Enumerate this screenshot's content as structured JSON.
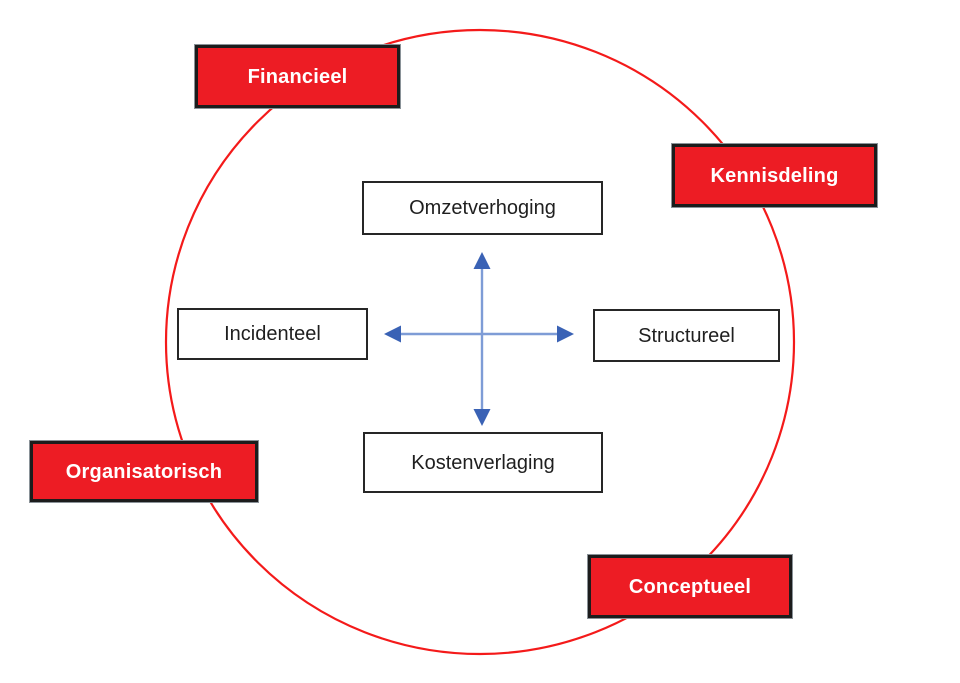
{
  "diagram": {
    "outer_categories": [
      {
        "label": "Financieel"
      },
      {
        "label": "Kennisdeling"
      },
      {
        "label": "Organisatorisch"
      },
      {
        "label": "Conceptueel"
      }
    ],
    "inner_boxes": [
      {
        "label": "Omzetverhoging"
      },
      {
        "label": "Incidenteel"
      },
      {
        "label": "Structureel"
      },
      {
        "label": "Kostenverlaging"
      }
    ],
    "icons": {
      "center_icon": "four-way-arrows-icon",
      "boundary_icon": "red-circle-outline"
    },
    "colors": {
      "category_fill": "#ED1C24",
      "category_border": "#1C1C1C",
      "category_text": "#FFFFFF",
      "circle_stroke": "#F41A1A",
      "arrow_shaft_blue": "#7E9CD6",
      "arrow_head_blue": "#3A62B5",
      "inner_box_border": "#262626",
      "inner_box_text": "#1F1F1F"
    }
  }
}
